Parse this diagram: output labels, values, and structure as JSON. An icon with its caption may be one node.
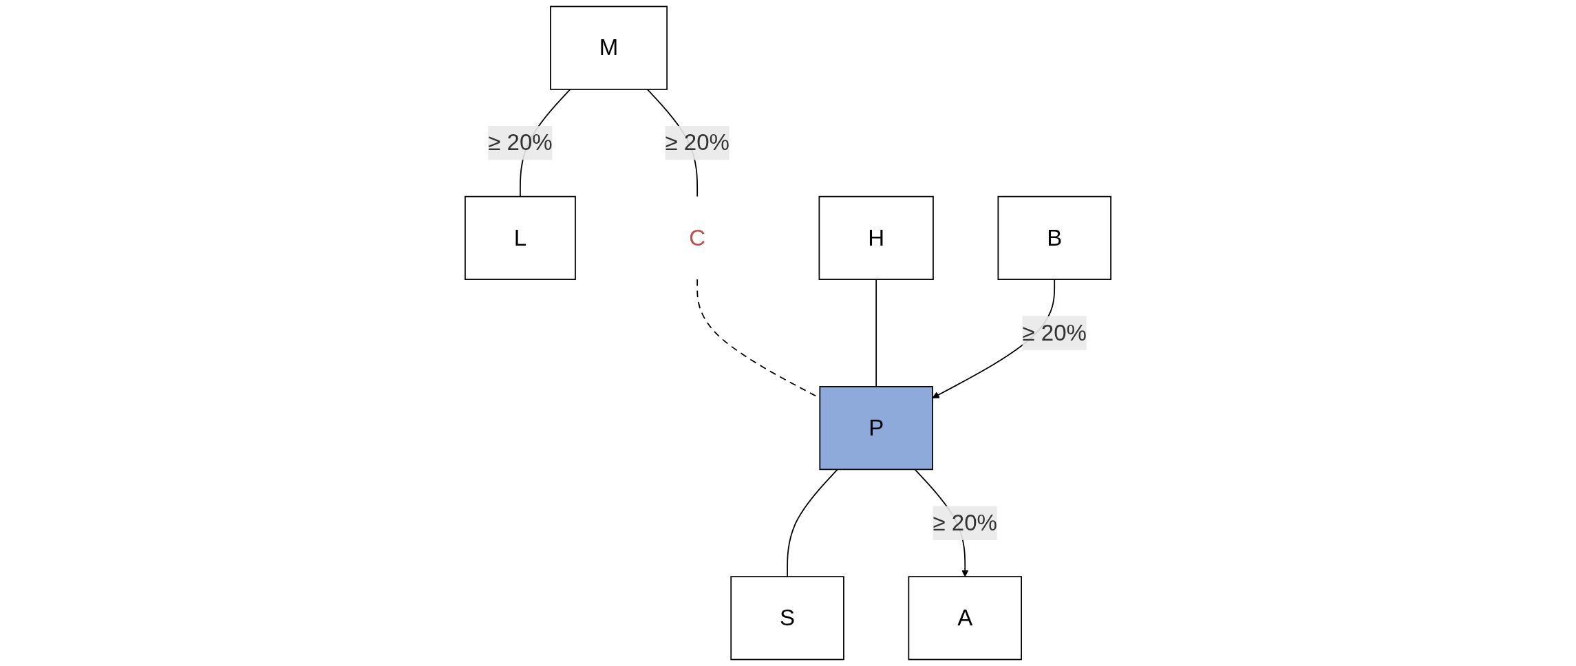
{
  "diagram": {
    "nodes": [
      {
        "text": [
          "M"
        ]
      },
      {
        "text": [
          "L"
        ]
      },
      {
        "text": [
          "C"
        ]
      },
      {
        "text": [
          "H"
        ]
      },
      {
        "text": [
          "B"
        ]
      },
      {
        "text": [
          "P"
        ]
      },
      {
        "text": [
          "S"
        ]
      },
      {
        "text": [
          "A"
        ]
      }
    ],
    "edges": [
      {
        "from": 0,
        "to": 1,
        "arrow": "none",
        "label": "≥ 20%"
      },
      {
        "from": 0,
        "to": 2,
        "arrow": "none",
        "label": "≥ 20%"
      },
      {
        "from": 2,
        "to": 5,
        "arrow": "none",
        "style": "dashed"
      },
      {
        "from": 3,
        "to": 5,
        "arrow": "none"
      },
      {
        "from": 4,
        "to": 5,
        "arrow": "to",
        "label": "≥ 20%"
      },
      {
        "from": 5,
        "to": 6,
        "arrow": "none"
      },
      {
        "from": 5,
        "to": 7,
        "arrow": "to",
        "label": "≥ 20%"
      }
    ]
  }
}
